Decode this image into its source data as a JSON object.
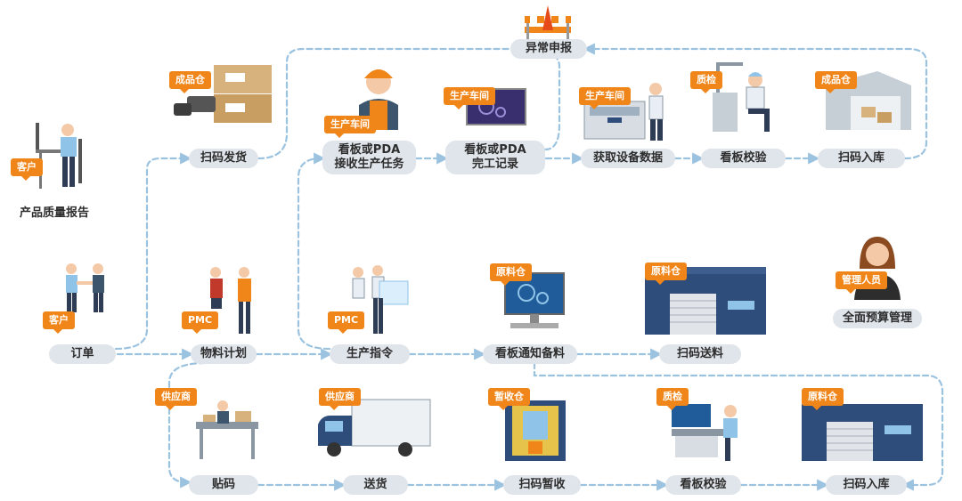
{
  "colors": {
    "accent": "#f08519",
    "flow_line": "#9bc3e0",
    "node_bg": "#dfe5ea",
    "building": "#2e4d7a"
  },
  "steps": {
    "exception_report": "异常申报",
    "scan_ship": "扫码发货",
    "kanban_pda_receive_1": "看板或PDA",
    "kanban_pda_receive_2": "接收生产任务",
    "kanban_pda_complete_1": "看板或PDA",
    "kanban_pda_complete_2": "完工记录",
    "get_equipment_data": "获取设备数据",
    "kanban_check_top": "看板校验",
    "scan_instock_top": "扫码入库",
    "product_quality_report": "产品质量报告",
    "order": "订单",
    "material_plan": "物料计划",
    "production_order": "生产指令",
    "kanban_notify_prep": "看板通知备料",
    "scan_send_material": "扫码送料",
    "overall_budget": "全面预算管理",
    "labeling": "贴码",
    "delivery": "送货",
    "scan_temp_receive": "扫码暂收",
    "kanban_check_bottom": "看板校验",
    "scan_instock_bottom": "扫码入库"
  },
  "tags": {
    "finished_wh_top_left": "成品仓",
    "customer_top": "客户",
    "workshop_worker": "生产车间",
    "workshop_screen": "生产车间",
    "workshop_machine": "生产车间",
    "qc_top": "质检",
    "finished_wh_top_right": "成品仓",
    "customer_mid": "客户",
    "pmc_1": "PMC",
    "pmc_2": "PMC",
    "raw_wh_screen": "原料仓",
    "raw_wh_building": "原料仓",
    "manager": "管理人员",
    "supplier_1": "供应商",
    "supplier_2": "供应商",
    "temp_wh": "暂收仓",
    "qc_bottom": "质检",
    "raw_wh_bottom": "原料仓"
  }
}
